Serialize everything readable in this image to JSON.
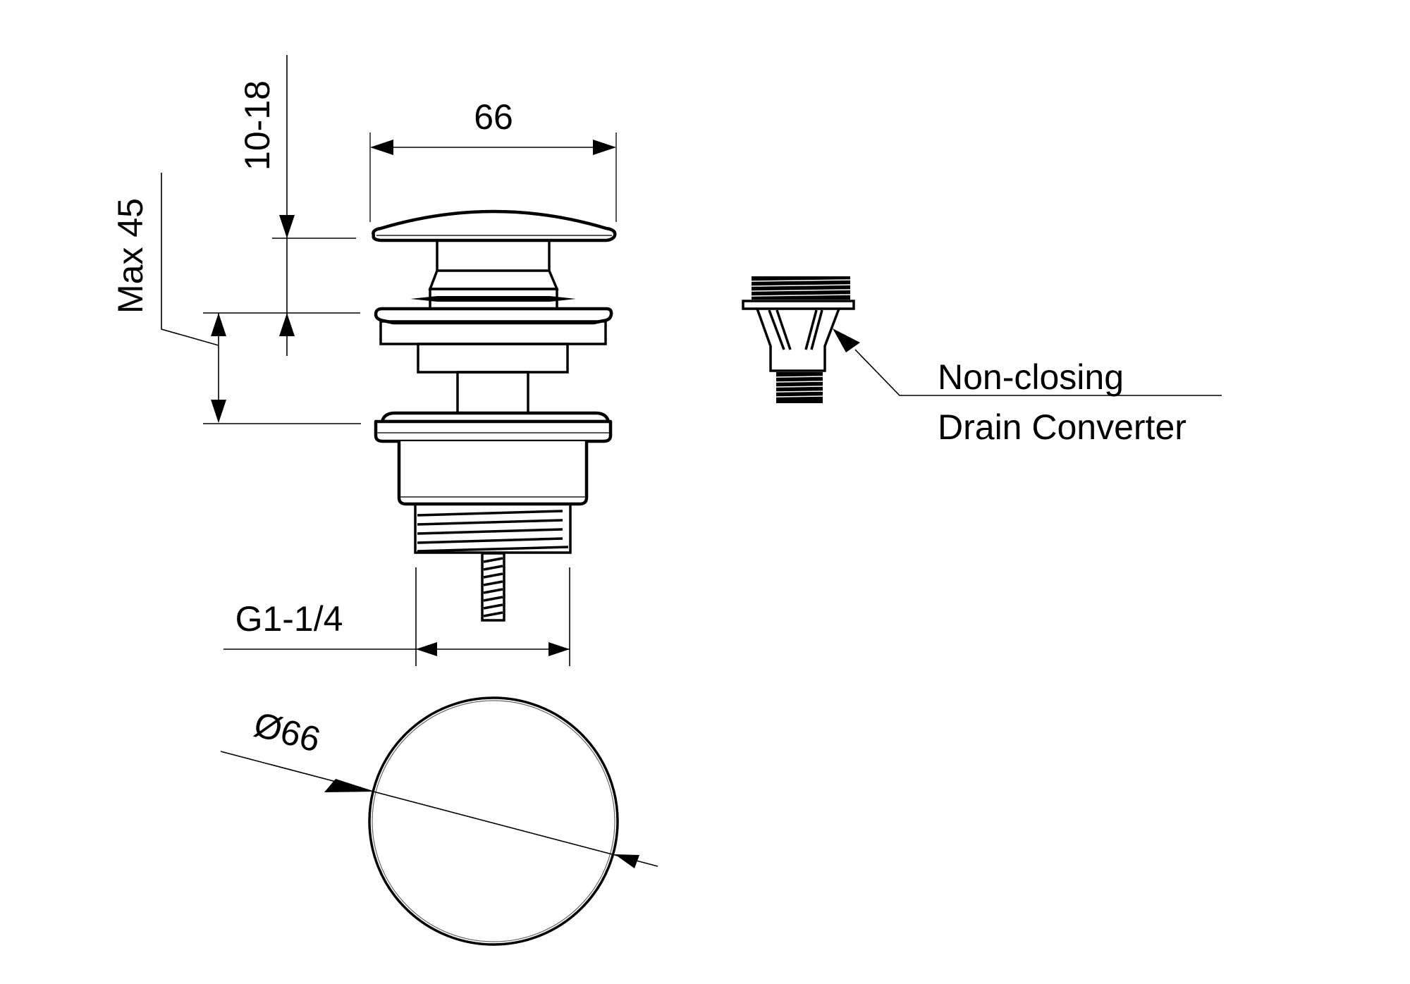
{
  "drawing": {
    "title": "Pop-up waste technical drawing",
    "dimensions": {
      "cap_width": "66",
      "cap_height_range": "10-18",
      "max_basin_thickness": "Max 45",
      "thread_size": "G1-1/4",
      "cap_diameter": "Ø66"
    },
    "callout": {
      "line1": "Non-closing",
      "line2": "Drain Converter"
    },
    "colors": {
      "line": "#000000",
      "background": "#ffffff"
    }
  }
}
